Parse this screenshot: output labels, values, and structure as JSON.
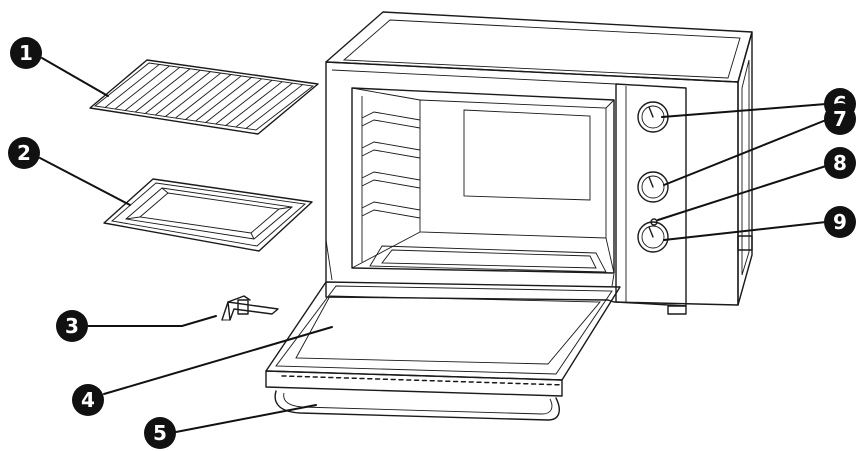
{
  "callouts": [
    {
      "id": "1",
      "label": "1"
    },
    {
      "id": "2",
      "label": "2"
    },
    {
      "id": "3",
      "label": "3"
    },
    {
      "id": "4",
      "label": "4"
    },
    {
      "id": "5",
      "label": "5"
    },
    {
      "id": "6",
      "label": "6"
    },
    {
      "id": "7",
      "label": "7"
    },
    {
      "id": "8",
      "label": "8"
    },
    {
      "id": "9",
      "label": "9"
    }
  ],
  "colors": {
    "line": "#1a1a1a",
    "badge": "#111111",
    "badge_text": "#ffffff"
  }
}
